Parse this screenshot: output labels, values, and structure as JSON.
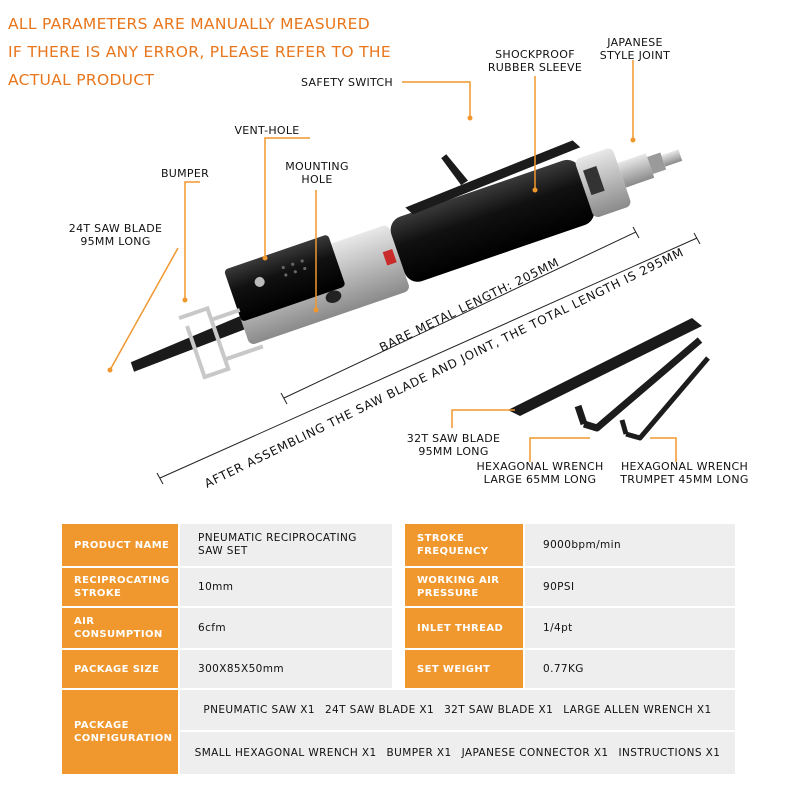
{
  "notice": {
    "line1": "ALL PARAMETERS ARE MANUALLY MEASURED",
    "line2": "IF THERE IS ANY ERROR, PLEASE REFER TO THE",
    "line3": "ACTUAL PRODUCT"
  },
  "callouts": {
    "japanese_joint": "JAPANESE\nSTYLE JOINT",
    "shockproof": "SHOCKPROOF\nRUBBER SLEEVE",
    "safety_switch": "SAFETY SWITCH",
    "vent_hole": "VENT-HOLE",
    "mounting_hole": "MOUNTING\nHOLE",
    "bumper": "BUMPER",
    "saw_blade_24t": "24T SAW BLADE\n95MM LONG",
    "saw_blade_32t": "32T SAW BLADE\n95MM LONG",
    "hex_large": "HEXAGONAL WRENCH\nLARGE 65MM LONG",
    "hex_trumpet": "HEXAGONAL WRENCH\nTRUMPET 45MM LONG"
  },
  "dimensions": {
    "bare_metal": "BARE METAL LENGTH: 205MM",
    "total": "AFTER ASSEMBLING THE SAW BLADE AND JOINT, THE TOTAL LENGTH IS 295MM"
  },
  "colors": {
    "accent": "#f0972e",
    "notice": "#e8761c",
    "cell_bg": "#eeeeee"
  },
  "specs": {
    "product_name_label": "PRODUCT NAME",
    "product_name_value": "PNEUMATIC RECIPROCATING\nSAW SET",
    "stroke_freq_label": "STROKE\nFREQUENCY",
    "stroke_freq_value": "9000bpm/min",
    "recip_stroke_label": "RECIPROCATING\nSTROKE",
    "recip_stroke_value": "10mm",
    "working_air_label": "WORKING AIR\nPRESSURE",
    "working_air_value": "90PSI",
    "air_consumption_label": "AIR CONSUMPTION",
    "air_consumption_value": "6cfm",
    "inlet_thread_label": "INLET THREAD",
    "inlet_thread_value": "1/4pt",
    "package_size_label": "PACKAGE SIZE",
    "package_size_value": "300X85X50mm",
    "set_weight_label": "SET WEIGHT",
    "set_weight_value": "0.77KG",
    "package_config_label": "PACKAGE\nCONFIGURATION",
    "package_row1": [
      "PNEUMATIC SAW X1",
      "24T SAW BLADE X1",
      "32T SAW BLADE X1",
      "LARGE ALLEN WRENCH X1"
    ],
    "package_row2": [
      "SMALL HEXAGONAL WRENCH X1",
      "BUMPER X1",
      "JAPANESE CONNECTOR X1",
      "INSTRUCTIONS X1"
    ]
  }
}
